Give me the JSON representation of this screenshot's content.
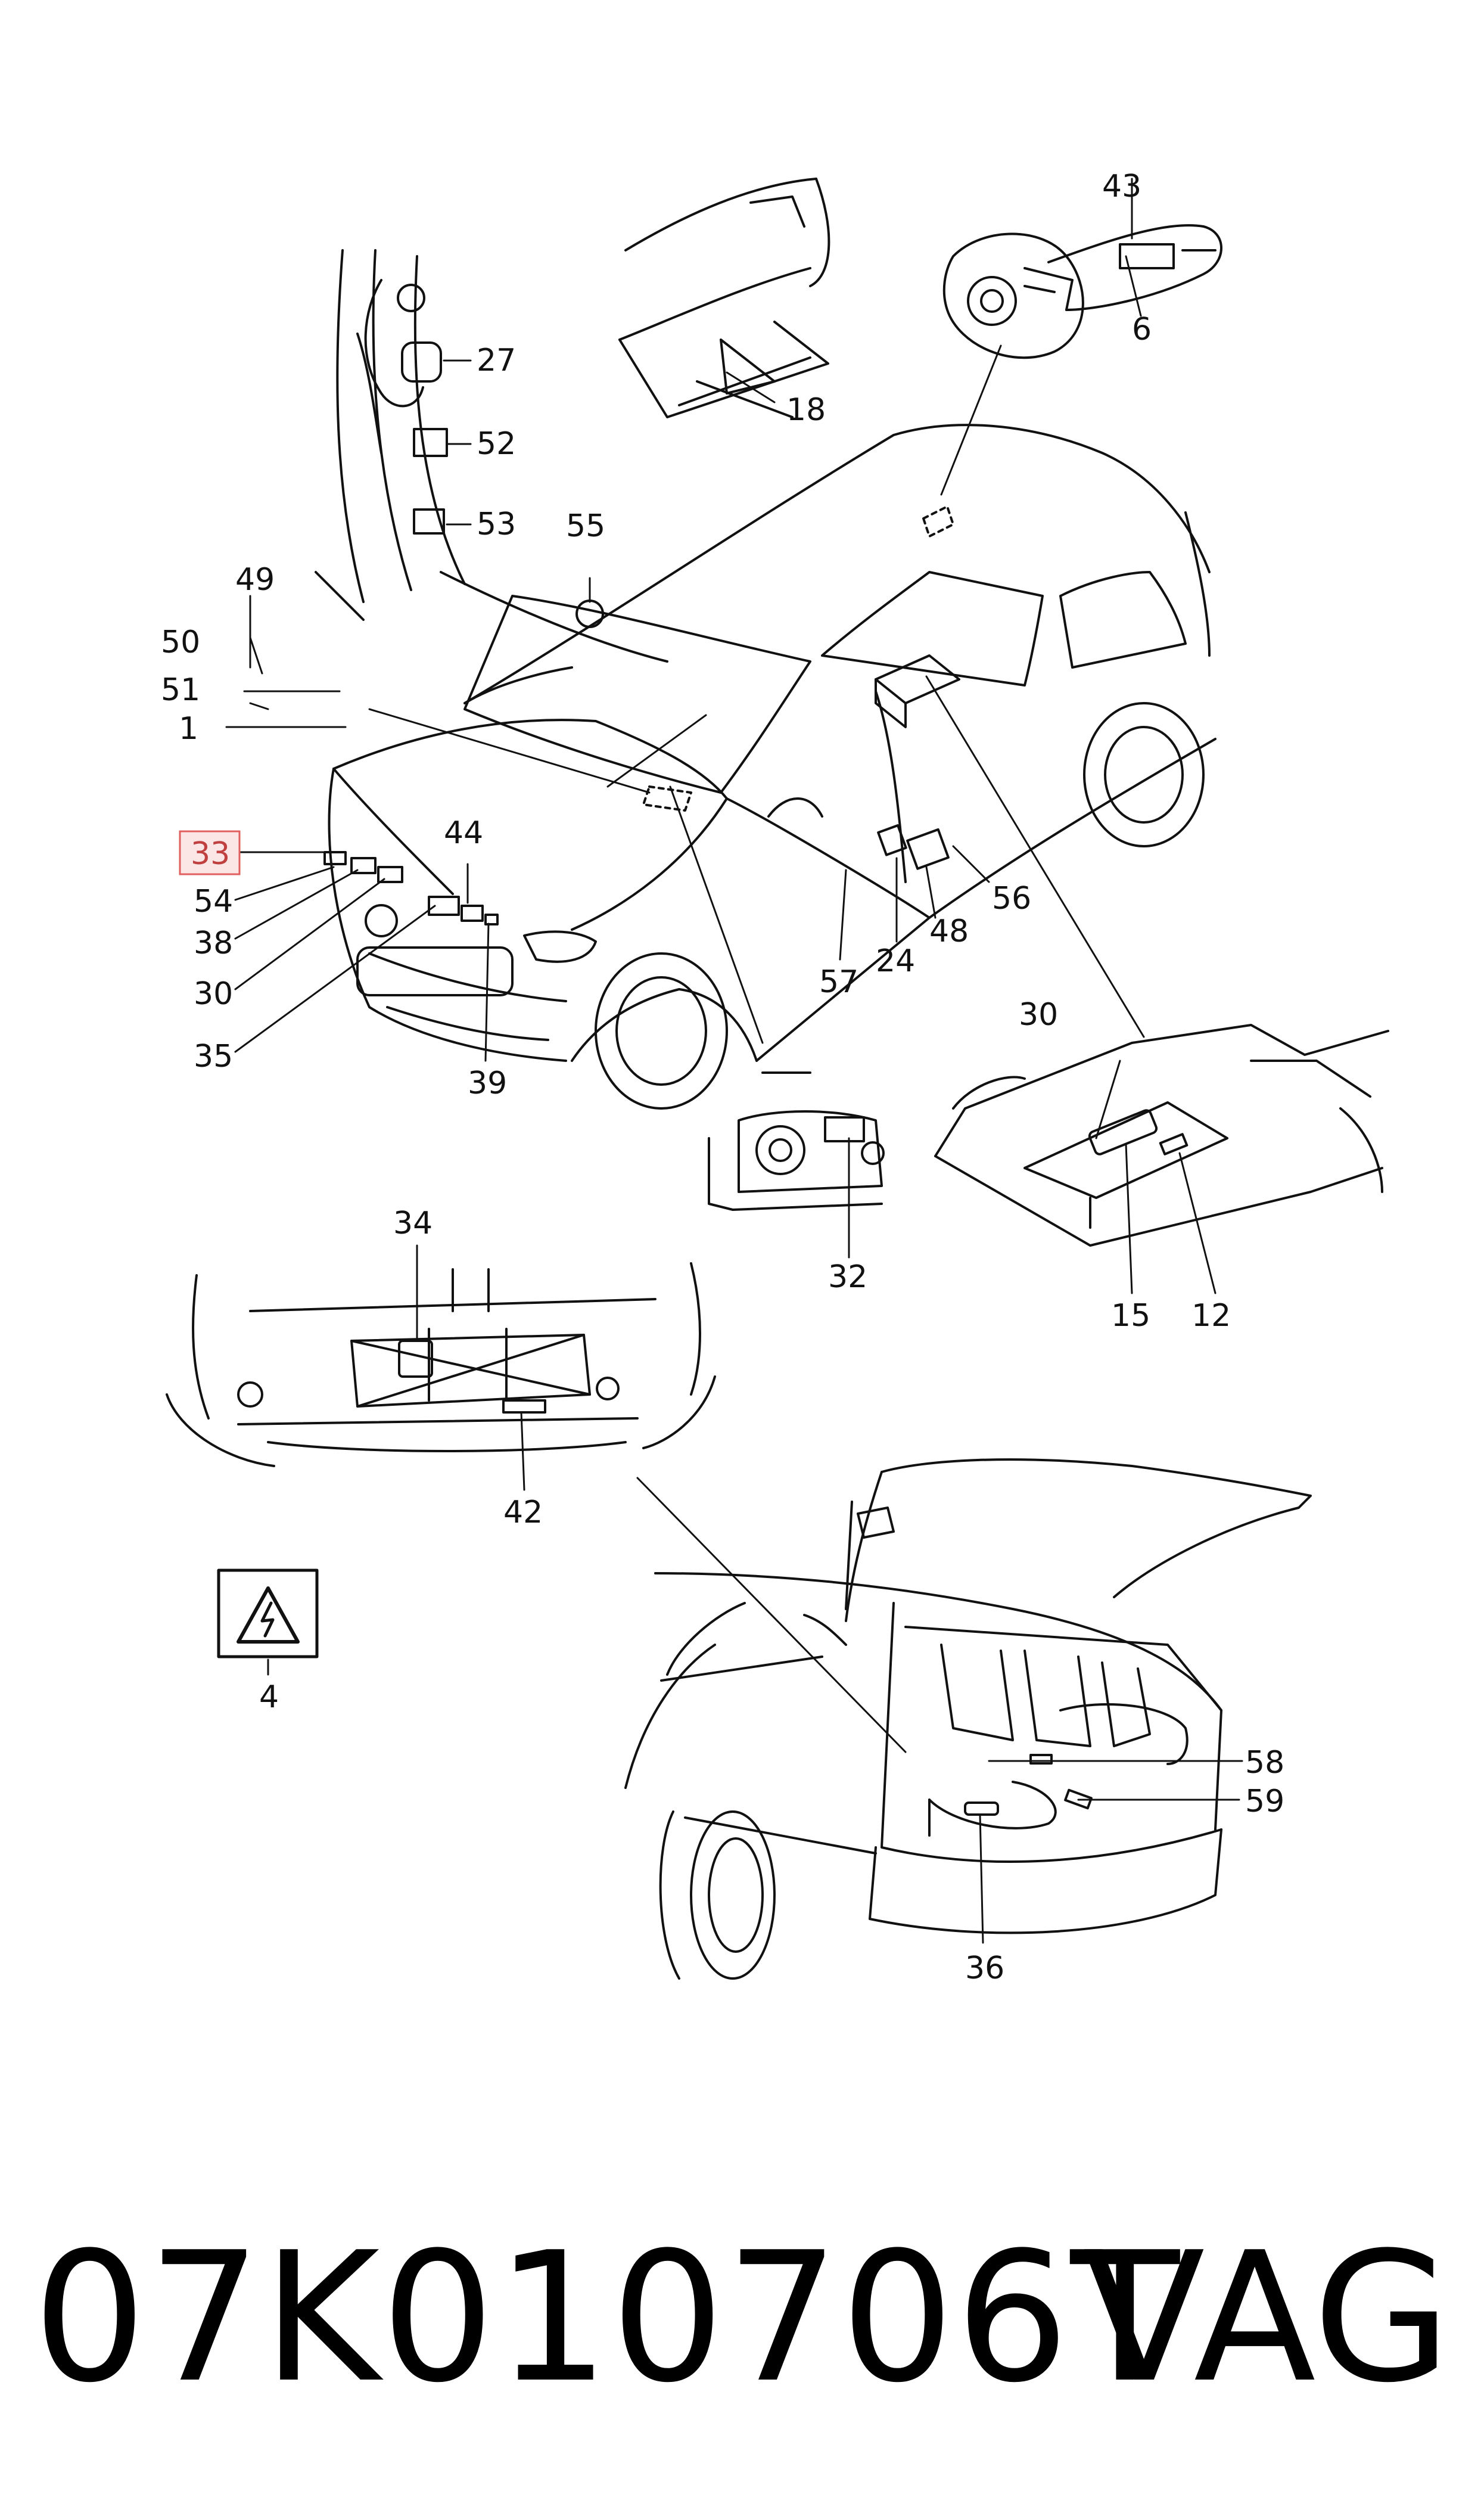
{
  "diagram": {
    "callouts": [
      "1",
      "4",
      "6",
      "12",
      "15",
      "18",
      "24",
      "27",
      "30",
      "30",
      "32",
      "33",
      "34",
      "35",
      "36",
      "38",
      "39",
      "42",
      "43",
      "44",
      "48",
      "49",
      "50",
      "51",
      "52",
      "53",
      "54",
      "55",
      "56",
      "57",
      "58",
      "59"
    ],
    "highlighted_callout": "33",
    "highlight_color": "#c04040",
    "line_color": "#111111"
  },
  "footer": {
    "part_number": "07K010706T",
    "brand": "VAG"
  }
}
